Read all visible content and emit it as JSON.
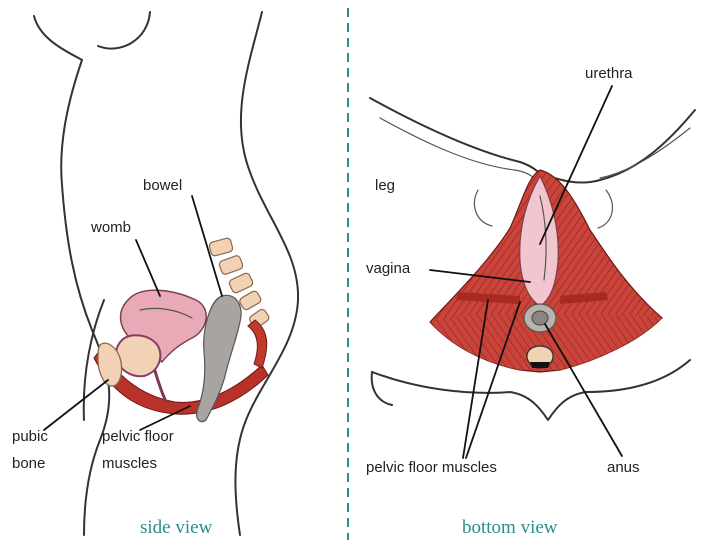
{
  "side_view": {
    "caption": "side view",
    "labels": {
      "bowel": "bowel",
      "womb": "womb",
      "pubic_line1": "pubic",
      "pubic_line2": "bone",
      "pelvic_line1": "pelvic floor",
      "pelvic_line2": "muscles"
    }
  },
  "bottom_view": {
    "caption": "bottom view",
    "labels": {
      "urethra": "urethra",
      "leg": "leg",
      "vagina": "vagina",
      "pelvic_floor_muscles": "pelvic floor muscles",
      "anus": "anus"
    }
  },
  "colors": {
    "muscle_red": "#c0392b",
    "muscle_light": "#e8a09a",
    "womb_pink": "#e7aab6",
    "bone_peach": "#f2d2b4",
    "bowel_grey": "#a8a4a0",
    "divider_teal": "#2a8f8a"
  }
}
